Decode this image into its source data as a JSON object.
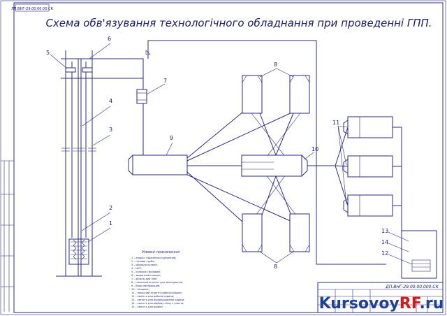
{
  "stamp_top": "ЛП.ВНГ-29.00.00.00.СК",
  "title": "Схема обв'язування технологічного обладнання при проведенні ГПП.",
  "callouts": {
    "c1": "1",
    "c2": "2",
    "c3": "3",
    "c4": "4",
    "c5": "5",
    "c6": "6",
    "c7": "7",
    "c8_top": "8",
    "c8_bottom": "8",
    "c9": "9",
    "c10": "10",
    "c11": "11",
    "c12": "12",
    "c13": "13",
    "c14": "14"
  },
  "legend": {
    "title": "Умовні позначення",
    "items": [
      "1 – апарат гідропіскоструминний;",
      "2 – піскова труба;",
      "3 – обсадна колона;",
      "4 – НКТ;",
      "5 – сальник гирловий;",
      "6 – зворотний клапан;",
      "7 – фільтр для лінії;",
      "8 – насосний агрегат для закачування;",
      "9 – блок маніфольдів;",
      "10 – пісковоз;",
      "11 – насосний агрегат робочої рідини;",
      "12 – ємкість для робочої рідини;",
      "13 – ємність для відпрацьованої рідини;",
      "14 – ємкість для відбору піску з пласта;",
      "15 – ємкість для рідини"
    ]
  },
  "title_block": {
    "doc_code": "ДП.ВНГ-29.00.00.000.СК"
  },
  "watermark": {
    "part1": "Kursovoy",
    "part2": "RF",
    "part3": ".ru"
  },
  "colors": {
    "line": "#2b2b8a",
    "text": "#1a1a6e",
    "watermark_blue": "#1e3f9c",
    "watermark_red": "#d11b1b"
  }
}
